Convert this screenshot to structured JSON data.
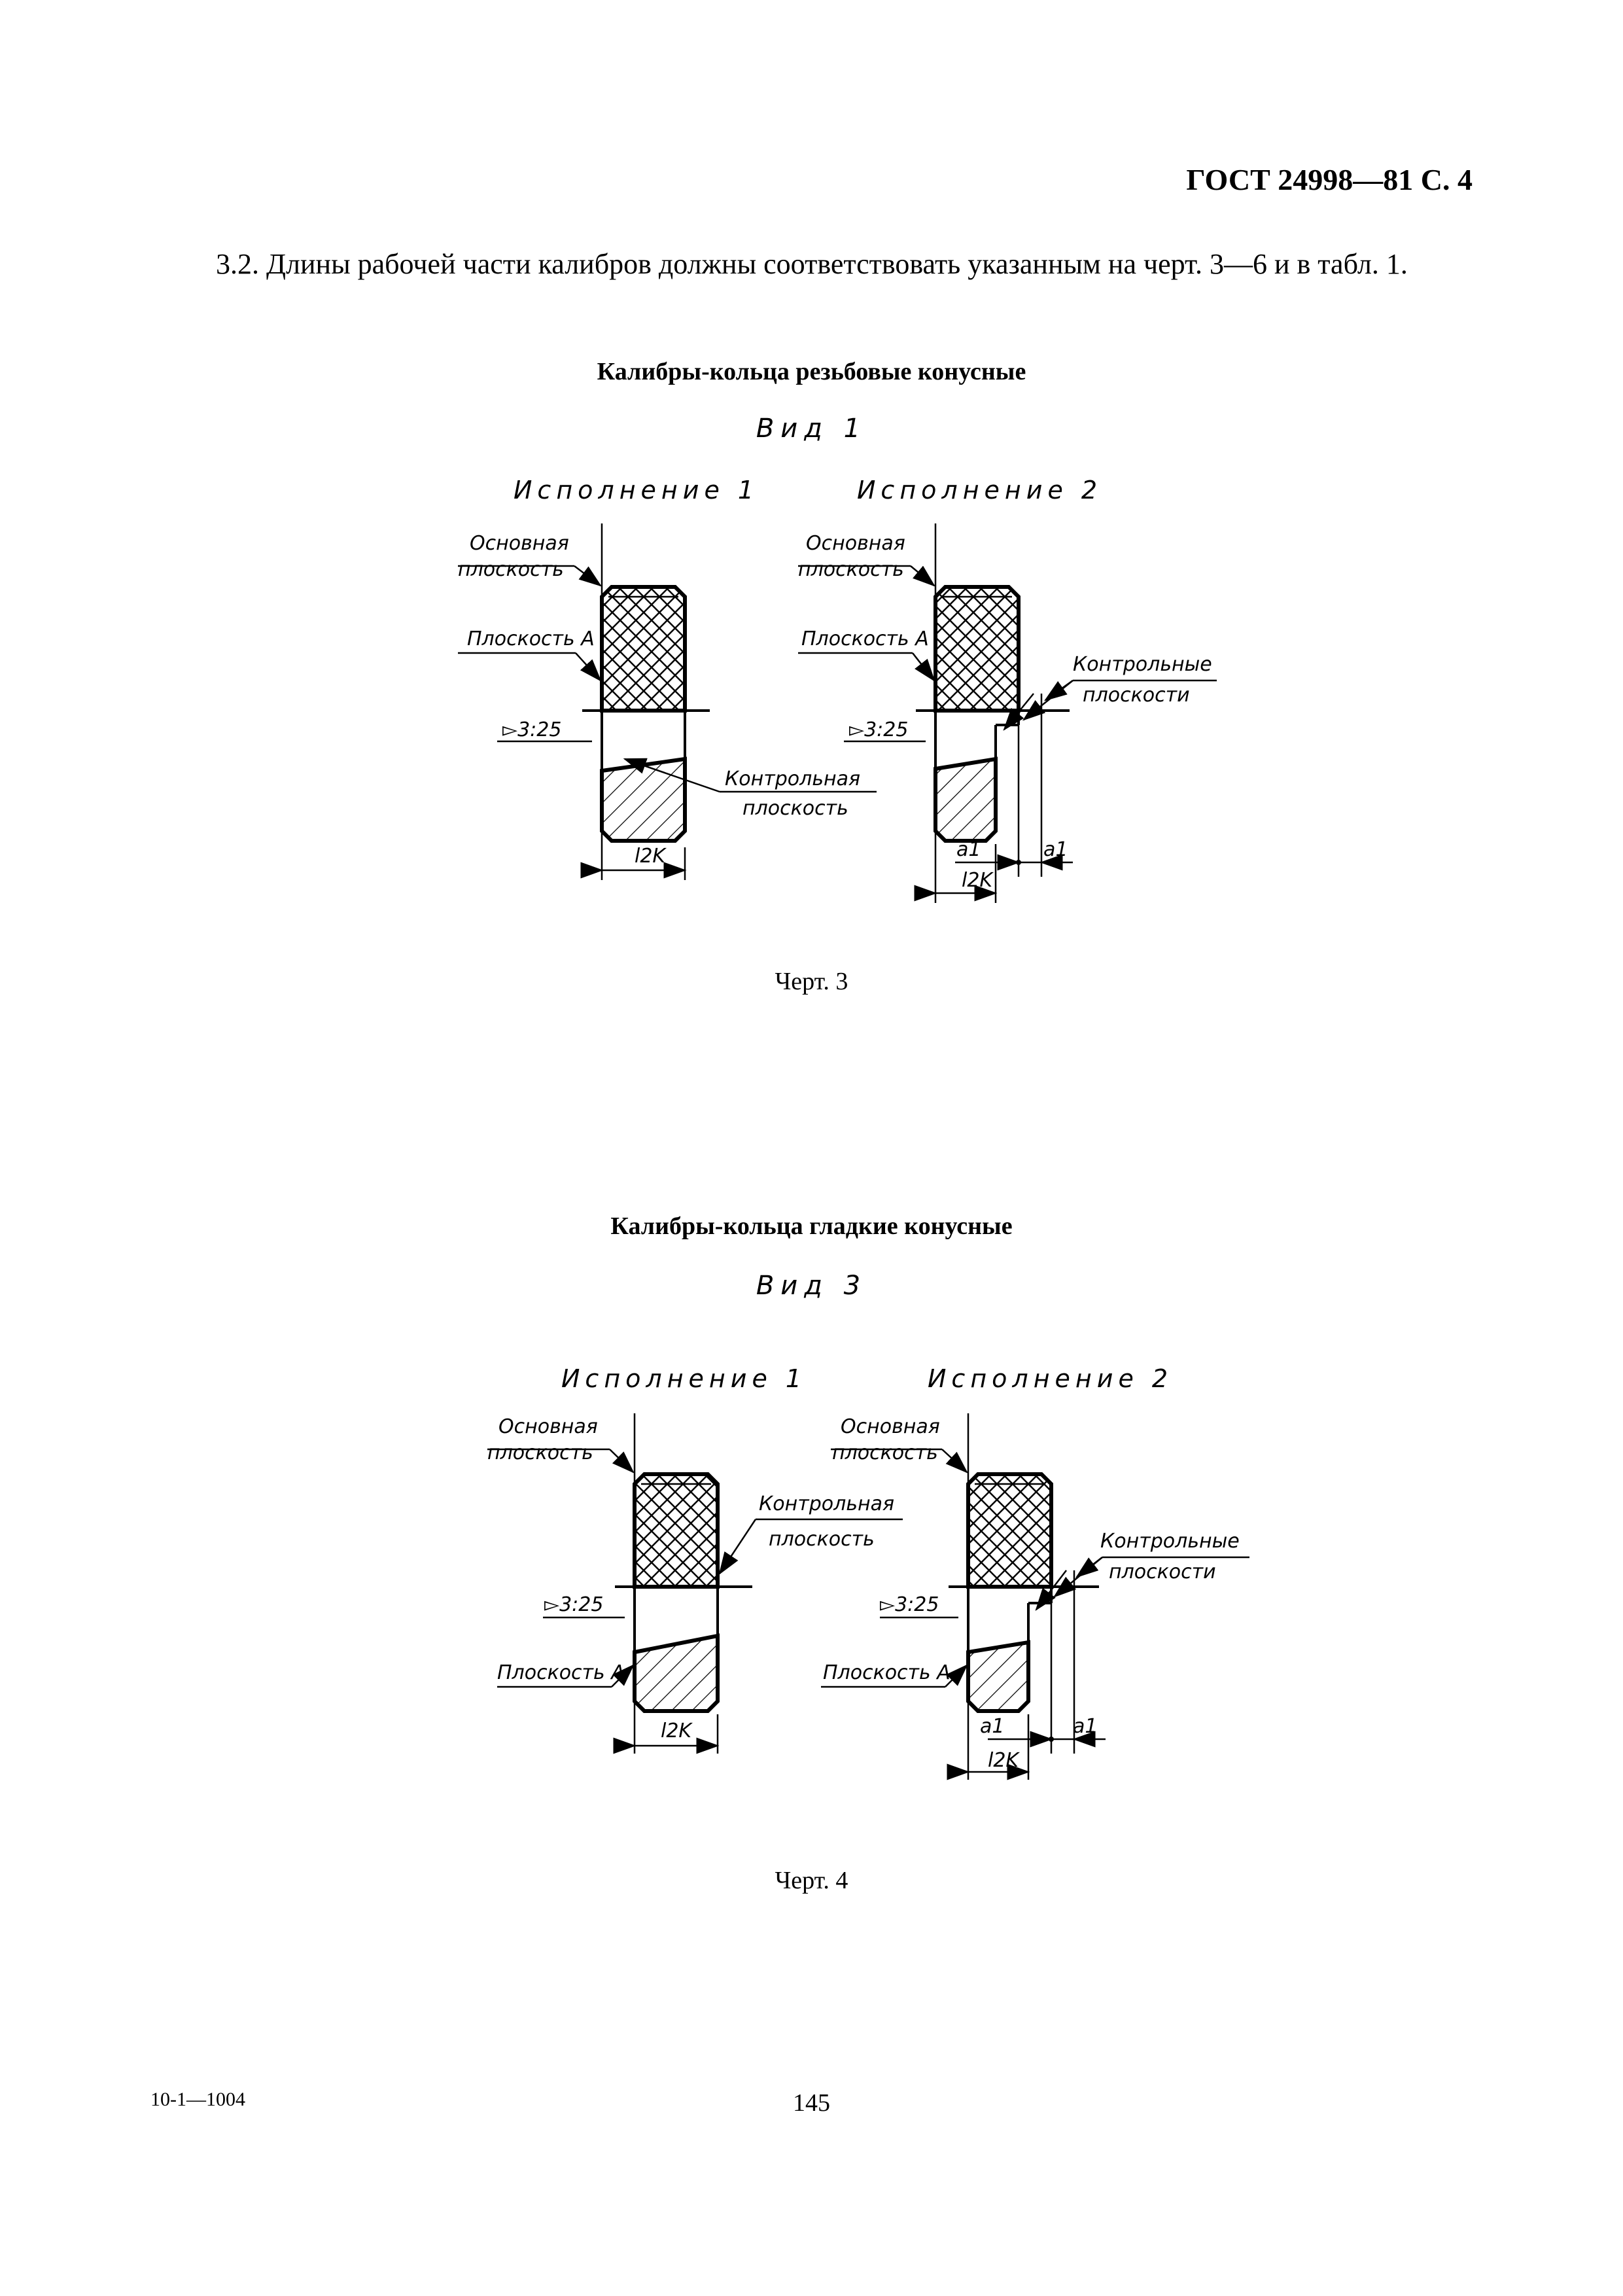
{
  "header": {
    "doc_id": "ГОСТ 24998—81 С. 4"
  },
  "paragraph": "3.2. Длины рабочей части калибров должны соответствовать указанным на черт. 3—6 и в табл. 1.",
  "section1": {
    "title": "Калибры-кольца резьбовые конусные",
    "view": "Вид 1",
    "caption": "Черт. 3"
  },
  "section2": {
    "title": "Калибры-кольца гладкие конусные",
    "view": "Вид 3",
    "caption": "Черт. 4"
  },
  "labels": {
    "exec1": "Исполнение 1",
    "exec2": "Исполнение 2",
    "osnovnaya": "Основная",
    "ploskost": "плоскость",
    "ploskost_a": "Плоскость А",
    "taper": "3:25",
    "kontrolnaya": "Контрольная",
    "kontrolnye": "Контрольные",
    "ploskosti": "плоскости",
    "l2k": "l2K",
    "a1": "a1"
  },
  "footer": {
    "code": "10-1—1004",
    "page": "145"
  }
}
